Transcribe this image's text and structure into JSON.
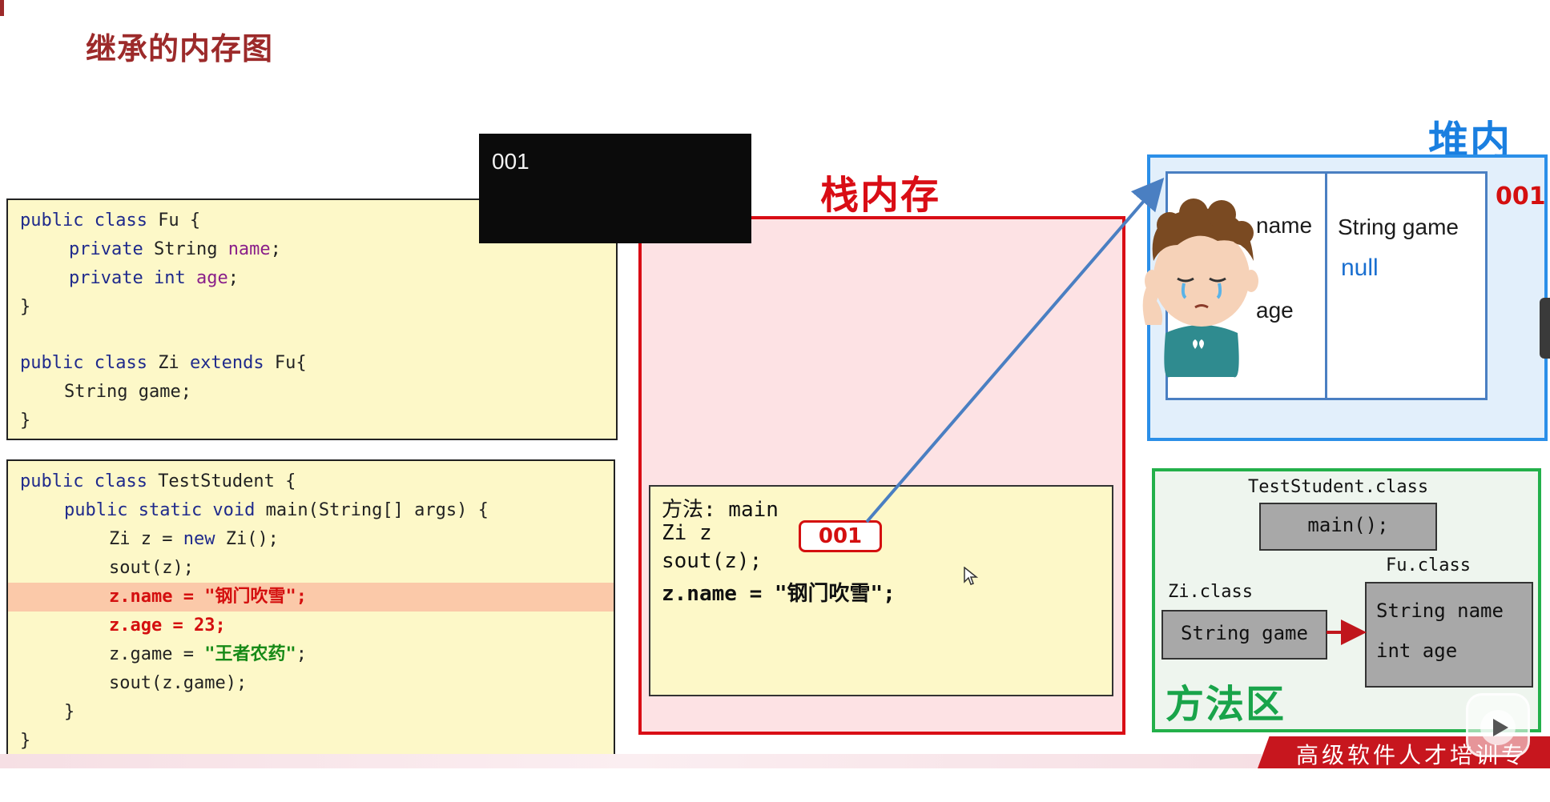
{
  "title": "继承的内存图",
  "popup": {
    "text": "001"
  },
  "code_fu": {
    "lines": [
      "public class Fu {",
      "private String name;",
      "private int age;",
      "}",
      "public class Zi extends Fu{",
      "String game;",
      "}"
    ]
  },
  "code_test": {
    "l1": "public class TestStudent {",
    "l2": "public static void main(String[] args) {",
    "l3": "Zi z = new Zi();",
    "l4": "sout(z);",
    "l5": "z.name = \"钢门吹雪\";",
    "l6": "z.age = 23;",
    "l7a": "z.game = ",
    "l7b": "\"王者农药\"",
    "l7c": ";",
    "l8": "sout(z.game);",
    "l9": "}",
    "l10": "}"
  },
  "stack": {
    "label": "栈内存",
    "frame_lines": [
      "方法: main",
      "Zi z",
      "sout(z);",
      "z.name = \"钢门吹雪\";"
    ],
    "ref_value": "001"
  },
  "heap": {
    "label": "堆内存",
    "address": "001",
    "left_name": "name",
    "left_age": "age",
    "right_field": "String game",
    "right_value": "null"
  },
  "method_area": {
    "label": "方法区",
    "test_class": "TestStudent.class",
    "main_method": "main();",
    "zi_class": "Zi.class",
    "zi_field": "String game",
    "fu_class": "Fu.class",
    "fu_field1": "String name",
    "fu_field2": "int age"
  },
  "banner": {
    "text": "高级软件人才培训专家"
  },
  "colors": {
    "stack": "#d90d15",
    "heap": "#2b8fe8",
    "method": "#23b04a",
    "title": "#9c2a2a"
  }
}
